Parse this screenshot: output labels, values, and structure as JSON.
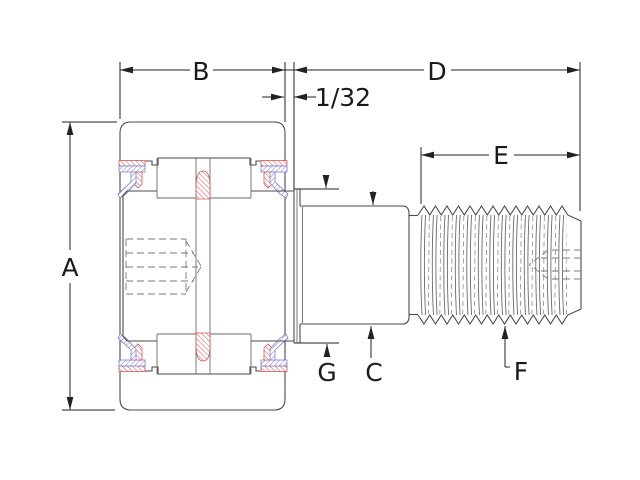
{
  "drawing": {
    "kind": "engineering-cross-section",
    "labels": {
      "a": "A",
      "b": "B",
      "c": "C",
      "d": "D",
      "e": "E",
      "f": "F",
      "g": "G",
      "stud_offset": "1/32"
    },
    "colors": {
      "background": "#ffffff",
      "part_line": "#4a4a4a",
      "dimension_line": "#222222",
      "steel_hatch": "#9a9a9a",
      "seal_red": "#d9534f",
      "seal_blue": "#7d7dd8"
    }
  }
}
